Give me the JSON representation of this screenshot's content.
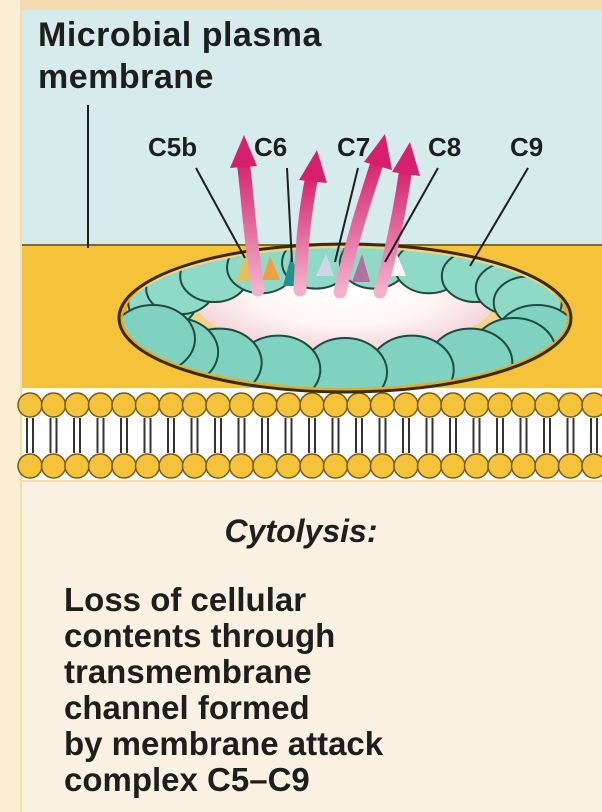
{
  "title_lines": [
    "Microbial plasma",
    "membrane"
  ],
  "component_labels": [
    "C5b",
    "C6",
    "C7",
    "C8",
    "C9"
  ],
  "caption": {
    "title": "Cytolysis:",
    "lines": [
      "Loss of cellular",
      "contents through",
      "transmembrane",
      "channel formed",
      "by membrane attack",
      "complex C5–C9"
    ]
  },
  "colors": {
    "page_background": "#fbeed3",
    "top_fluid": "#d6ecec",
    "membrane_yellow": "#f5c33a",
    "pore_subunit": "#7fd2bf",
    "arrow_magenta": "#d6206e",
    "bottom_panel": "#faf1e3"
  }
}
